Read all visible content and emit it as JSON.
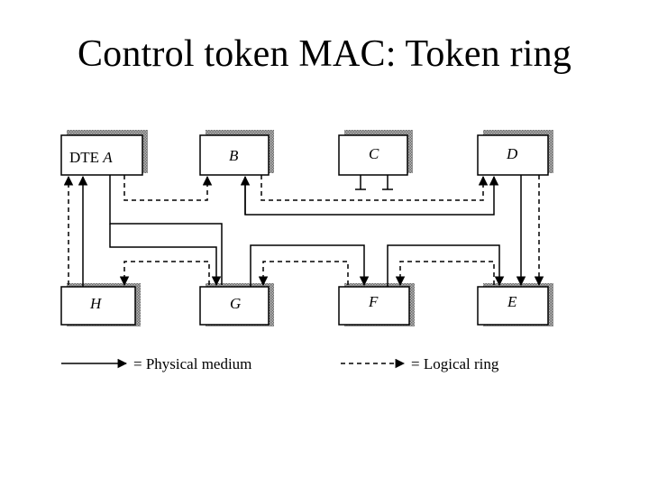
{
  "slide": {
    "title": "Control token MAC: Token ring"
  },
  "nodes": [
    {
      "id": "A",
      "prefix": "DTE ",
      "letter": "A"
    },
    {
      "id": "B",
      "prefix": "",
      "letter": "B"
    },
    {
      "id": "C",
      "prefix": "",
      "letter": "C"
    },
    {
      "id": "D",
      "prefix": "",
      "letter": "D"
    },
    {
      "id": "H",
      "prefix": "",
      "letter": "H"
    },
    {
      "id": "G",
      "prefix": "",
      "letter": "G"
    },
    {
      "id": "F",
      "prefix": "",
      "letter": "F"
    },
    {
      "id": "E",
      "prefix": "",
      "letter": "E"
    }
  ],
  "legend": {
    "physical": "= Physical medium",
    "logical": "= Logical ring"
  },
  "colors": {
    "line": "#000000",
    "shadow": "#8a8a8a",
    "box_fill": "#ffffff"
  }
}
